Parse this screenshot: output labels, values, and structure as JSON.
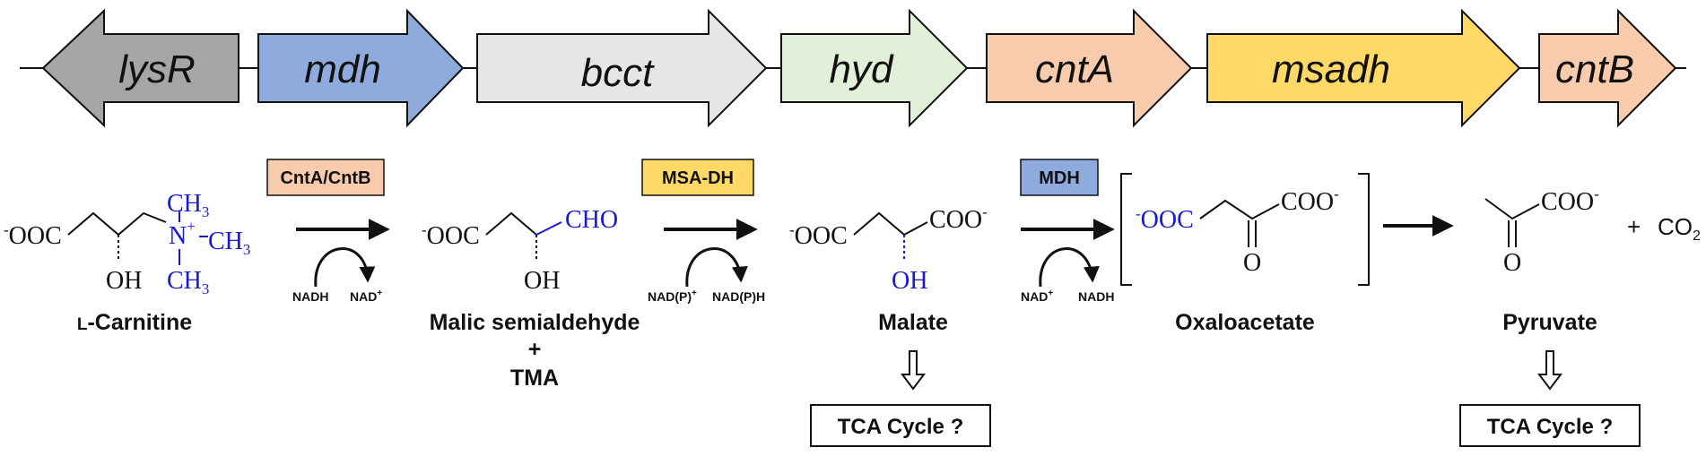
{
  "genes": [
    {
      "label": "lysR",
      "color": "#a6a6a6",
      "direction": "left"
    },
    {
      "label": "mdh",
      "color": "#8faadc",
      "direction": "right"
    },
    {
      "label": "bcct",
      "color": "#e6e6e6",
      "direction": "right"
    },
    {
      "label": "hyd",
      "color": "#e2f0d9",
      "direction": "right"
    },
    {
      "label": "cntA",
      "color": "#f8cbad",
      "direction": "right"
    },
    {
      "label": "msadh",
      "color": "#ffd966",
      "direction": "right"
    },
    {
      "label": "cntB",
      "color": "#f8cbad",
      "direction": "right"
    }
  ],
  "enzymes": {
    "cnta_cntb": "CntA/CntB",
    "msa_dh": "MSA-DH",
    "mdh": "MDH"
  },
  "colors": {
    "cnta_cntb": "#f8cbad",
    "msa_dh": "#ffd966",
    "mdh": "#8faadc",
    "blue_group": "#1a1ad6"
  },
  "compounds": {
    "carnitine": {
      "name_prefix": "L",
      "name_rest": "-Carnitine"
    },
    "malic_semialdehyde": {
      "name": "Malic semialdehyde",
      "plus": "+",
      "coproduct": "TMA"
    },
    "malate": {
      "name": "Malate"
    },
    "oxaloacetate": {
      "name": "Oxaloacetate"
    },
    "pyruvate": {
      "name": "Pyruvate"
    }
  },
  "structure_text": {
    "minus": "-",
    "ooc": "OOC",
    "oh": "OH",
    "ch3": "CH",
    "three": "3",
    "n": "N",
    "plus": "+",
    "cho": "CHO",
    "coo": "COO",
    "o": "O",
    "co2_plus": "+",
    "co2": "CO",
    "two": "2"
  },
  "cofactors": {
    "step1_in": "NADH",
    "step1_out": "NAD",
    "step2_in": "NAD(P)",
    "step2_out": "NAD(P)H",
    "step3_in": "NAD",
    "step3_out": "NADH",
    "plus_sign": "+"
  },
  "fates": {
    "malate": "TCA Cycle ?",
    "pyruvate": "TCA Cycle ?"
  }
}
